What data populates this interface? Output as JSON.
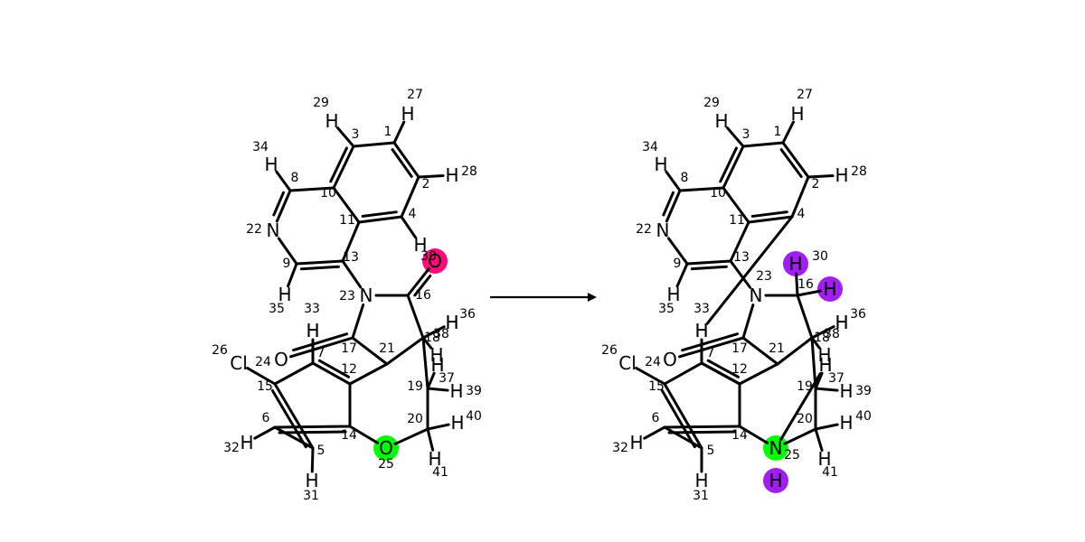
{
  "colors": {
    "removed_highlight": "#ff0a78",
    "reaction_center": "#00ff00",
    "added_hydrogen": "#a01ef0",
    "line": "#000000"
  },
  "arrow_icon": "right-arrow",
  "reactant": {
    "atoms": [
      {
        "label": "",
        "num": "1"
      },
      {
        "label": "",
        "num": "2"
      },
      {
        "label": "",
        "num": "3"
      },
      {
        "label": "",
        "num": "4"
      },
      {
        "label": "",
        "num": "5"
      },
      {
        "label": "",
        "num": "6"
      },
      {
        "label": "",
        "num": "7"
      },
      {
        "label": "",
        "num": "8"
      },
      {
        "label": "",
        "num": "9"
      },
      {
        "label": "",
        "num": "10"
      },
      {
        "label": "",
        "num": "11"
      },
      {
        "label": "",
        "num": "12"
      },
      {
        "label": "",
        "num": "13"
      },
      {
        "label": "",
        "num": "14"
      },
      {
        "label": "",
        "num": "15"
      },
      {
        "label": "",
        "num": "16"
      },
      {
        "label": "",
        "num": "17"
      },
      {
        "label": "",
        "num": "18"
      },
      {
        "label": "",
        "num": "19"
      },
      {
        "label": "",
        "num": "20"
      },
      {
        "label": "",
        "num": "21"
      },
      {
        "label": "N",
        "num": "22"
      },
      {
        "label": "N",
        "num": "23"
      },
      {
        "label": "Cl",
        "num": "24"
      },
      {
        "label": "O",
        "num": "25",
        "highlight": "reaction_center"
      },
      {
        "label": "Cl",
        "num": "26"
      },
      {
        "label": "H",
        "num": "27"
      },
      {
        "label": "H",
        "num": "28"
      },
      {
        "label": "H",
        "num": "29"
      },
      {
        "label": "O",
        "num": "30",
        "highlight": "removed_highlight"
      },
      {
        "label": "H",
        "num": "31"
      },
      {
        "label": "H",
        "num": "32"
      },
      {
        "label": "H",
        "num": "33"
      },
      {
        "label": "H",
        "num": "34"
      },
      {
        "label": "H",
        "num": "35"
      },
      {
        "label": "H",
        "num": "36"
      },
      {
        "label": "H",
        "num": "37"
      },
      {
        "label": "H",
        "num": "38"
      },
      {
        "label": "H",
        "num": "39"
      },
      {
        "label": "H",
        "num": "40"
      },
      {
        "label": "H",
        "num": "41"
      },
      {
        "label": "O",
        "num": ""
      },
      {
        "label": "H",
        "num": ""
      },
      {
        "label": "H",
        "num": ""
      },
      {
        "label": "H",
        "num": ""
      },
      {
        "label": "H",
        "num": ""
      }
    ]
  },
  "product": {
    "atoms": [
      {
        "label": "",
        "num": "1"
      },
      {
        "label": "",
        "num": "2"
      },
      {
        "label": "",
        "num": "3"
      },
      {
        "label": "",
        "num": "4"
      },
      {
        "label": "",
        "num": "5"
      },
      {
        "label": "",
        "num": "6"
      },
      {
        "label": "",
        "num": "7"
      },
      {
        "label": "",
        "num": "8"
      },
      {
        "label": "",
        "num": "9"
      },
      {
        "label": "",
        "num": "10"
      },
      {
        "label": "",
        "num": "11"
      },
      {
        "label": "",
        "num": "12"
      },
      {
        "label": "",
        "num": "13"
      },
      {
        "label": "",
        "num": "14"
      },
      {
        "label": "",
        "num": "15"
      },
      {
        "label": "",
        "num": "16"
      },
      {
        "label": "",
        "num": "17"
      },
      {
        "label": "",
        "num": "18"
      },
      {
        "label": "",
        "num": "19"
      },
      {
        "label": "",
        "num": "20"
      },
      {
        "label": "",
        "num": "21"
      },
      {
        "label": "N",
        "num": "22"
      },
      {
        "label": "N",
        "num": "23"
      },
      {
        "label": "Cl",
        "num": "24"
      },
      {
        "label": "N",
        "num": "25",
        "highlight": "reaction_center"
      },
      {
        "label": "Cl",
        "num": "26"
      },
      {
        "label": "H",
        "num": "27"
      },
      {
        "label": "H",
        "num": "28"
      },
      {
        "label": "H",
        "num": "29"
      },
      {
        "label": "H",
        "num": "30",
        "highlight": "added_hydrogen"
      },
      {
        "label": "H",
        "num": "31"
      },
      {
        "label": "H",
        "num": "32"
      },
      {
        "label": "H",
        "num": "33"
      },
      {
        "label": "H",
        "num": "34"
      },
      {
        "label": "H",
        "num": "35"
      },
      {
        "label": "H",
        "num": "36"
      },
      {
        "label": "H",
        "num": "37"
      },
      {
        "label": "H",
        "num": "38"
      },
      {
        "label": "H",
        "num": "39"
      },
      {
        "label": "H",
        "num": "40"
      },
      {
        "label": "H",
        "num": "41"
      },
      {
        "label": "O",
        "num": ""
      },
      {
        "label": "H",
        "num": "",
        "highlight": "added_hydrogen"
      },
      {
        "label": "H",
        "num": ""
      },
      {
        "label": "H",
        "num": ""
      },
      {
        "label": "H",
        "num": ""
      },
      {
        "label": "H",
        "num": "",
        "highlight": "added_hydrogen"
      }
    ]
  }
}
